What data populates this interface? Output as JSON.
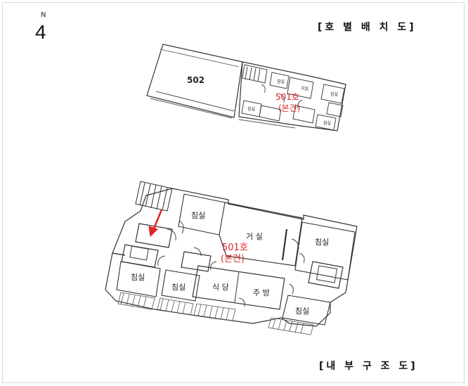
{
  "north": {
    "letter": "N",
    "number": "4"
  },
  "titles": {
    "top": "[호 별 배 치 도]",
    "bottom": "[내 부 구 조 도]"
  },
  "top_plan": {
    "unit_502": "502",
    "unit_501_line1": "501호",
    "unit_501_line2": "(본건)",
    "room_small": "침실",
    "room_small_alt": "거실"
  },
  "bottom_plan": {
    "unit_line1": "501호",
    "unit_line2": "(본건)",
    "rooms": {
      "bedroom": "침실",
      "living": "거 실",
      "dining": "식 당",
      "kitchen": "주 방"
    }
  },
  "colors": {
    "accent": "#e02424",
    "line": "#333333"
  },
  "icons": {
    "arrow": "red-arrow-icon"
  }
}
